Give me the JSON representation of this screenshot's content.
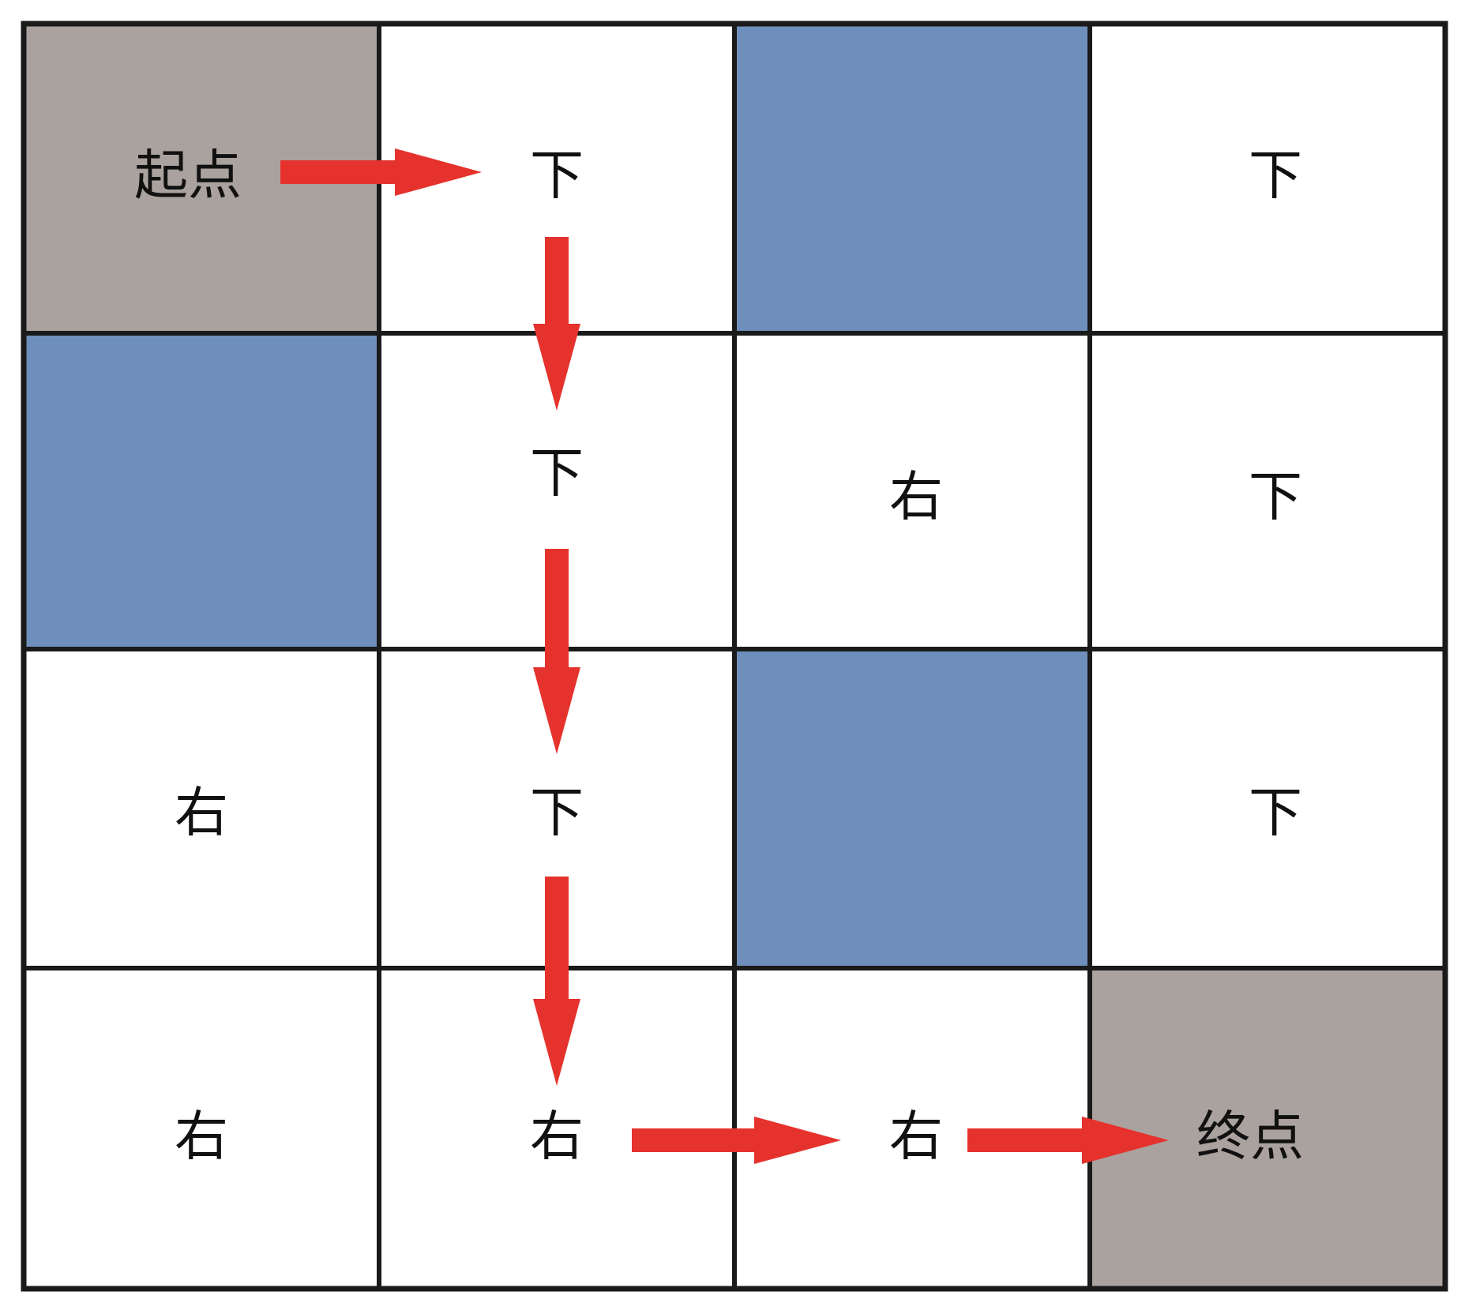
{
  "grid": {
    "rows": 4,
    "cols": 4,
    "cells": [
      [
        {
          "type": "endpoint",
          "label": "起点"
        },
        {
          "type": "open",
          "label": "下"
        },
        {
          "type": "obstacle",
          "label": ""
        },
        {
          "type": "open",
          "label": "下"
        }
      ],
      [
        {
          "type": "obstacle",
          "label": ""
        },
        {
          "type": "open",
          "label": "下"
        },
        {
          "type": "open",
          "label": "右"
        },
        {
          "type": "open",
          "label": "下"
        }
      ],
      [
        {
          "type": "open",
          "label": "右"
        },
        {
          "type": "open",
          "label": "下"
        },
        {
          "type": "obstacle",
          "label": ""
        },
        {
          "type": "open",
          "label": "下"
        }
      ],
      [
        {
          "type": "open",
          "label": "右"
        },
        {
          "type": "open",
          "label": "右"
        },
        {
          "type": "open",
          "label": "右"
        },
        {
          "type": "endpoint",
          "label": "终点"
        }
      ]
    ]
  },
  "colors": {
    "endpoint": "#aaa29e",
    "obstacle": "#6e8fbc",
    "open": "#ffffff",
    "arrow": "#e5322c",
    "gridline": "#1a1a1a"
  },
  "path": [
    [
      0,
      0
    ],
    [
      0,
      1
    ],
    [
      1,
      1
    ],
    [
      2,
      1
    ],
    [
      3,
      1
    ],
    [
      3,
      2
    ],
    [
      3,
      3
    ]
  ]
}
